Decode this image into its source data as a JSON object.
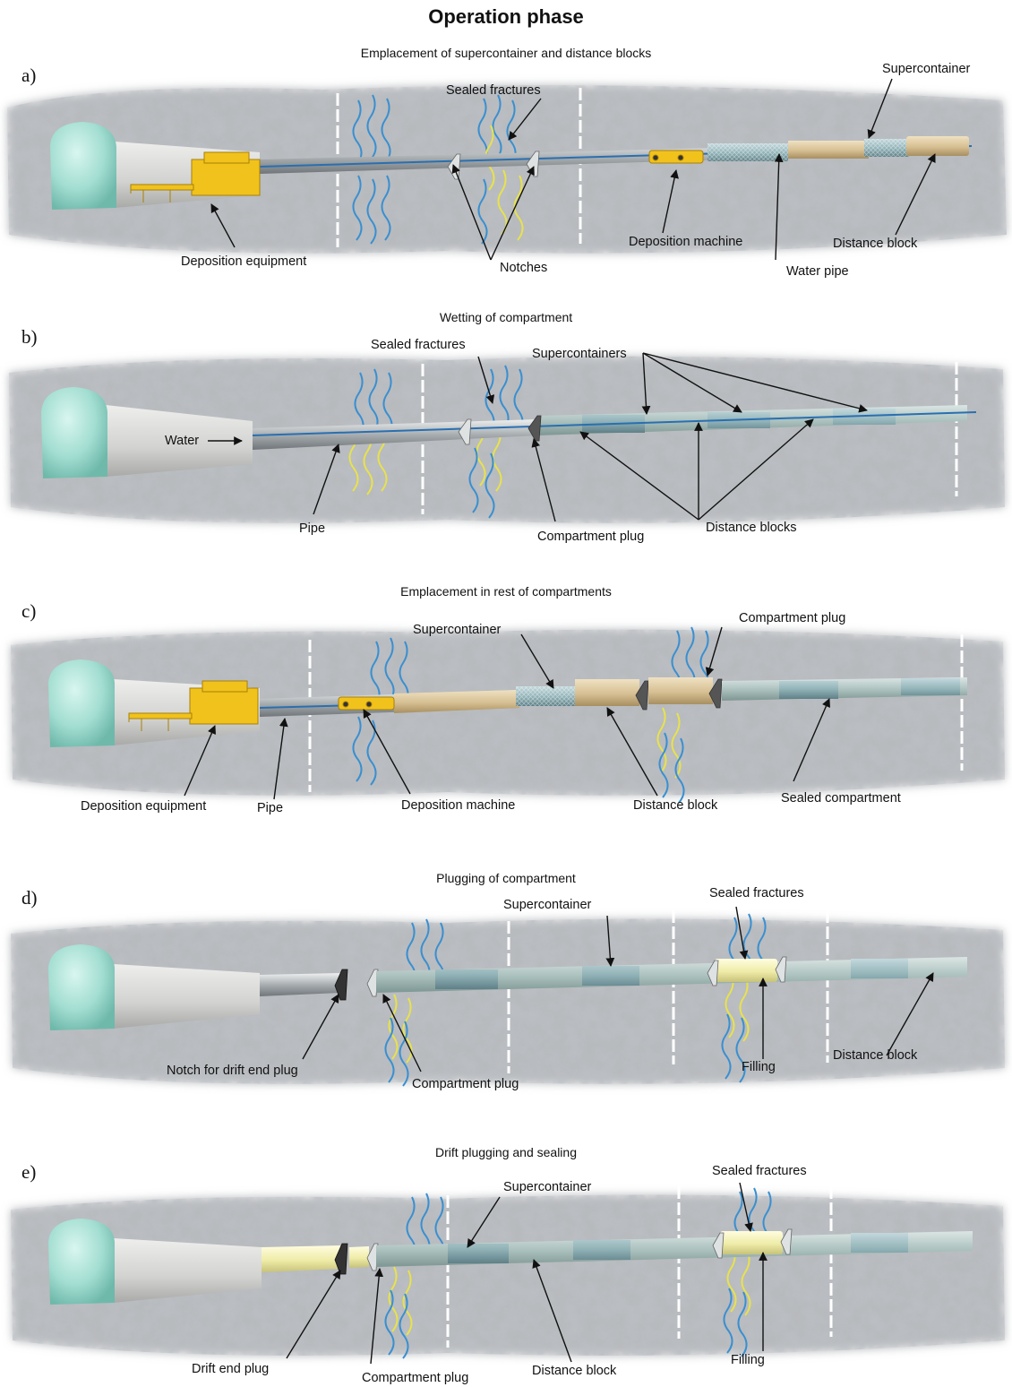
{
  "title": "Operation phase",
  "panels": [
    {
      "letter": "a)",
      "title": "Emplacement of supercontainer and distance blocks",
      "labels": {
        "deposition_equipment": "Deposition equipment",
        "sealed_fractures": "Sealed fractures",
        "notches": "Notches",
        "deposition_machine": "Deposition machine",
        "water_pipe": "Water pipe",
        "supercontainer": "Supercontainer",
        "distance_block": "Distance block"
      }
    },
    {
      "letter": "b)",
      "title": "Wetting of compartment",
      "labels": {
        "water": "Water",
        "pipe": "Pipe",
        "sealed_fractures": "Sealed fractures",
        "supercontainers": "Supercontainers",
        "compartment_plug": "Compartment plug",
        "distance_blocks": "Distance blocks"
      }
    },
    {
      "letter": "c)",
      "title": "Emplacement in rest of compartments",
      "labels": {
        "deposition_equipment": "Deposition equipment",
        "pipe": "Pipe",
        "deposition_machine": "Deposition machine",
        "supercontainer": "Supercontainer",
        "compartment_plug": "Compartment plug",
        "distance_block": "Distance block",
        "sealed_compartment": "Sealed compartment"
      }
    },
    {
      "letter": "d)",
      "title": "Plugging of compartment",
      "labels": {
        "notch_for_drift_end_plug": "Notch for drift end plug",
        "compartment_plug": "Compartment plug",
        "supercontainer": "Supercontainer",
        "sealed_fractures": "Sealed fractures",
        "filling": "Filling",
        "distance_block": "Distance block"
      }
    },
    {
      "letter": "e)",
      "title": "Drift plugging and sealing",
      "labels": {
        "drift_end_plug": "Drift end plug",
        "compartment_plug": "Compartment plug",
        "supercontainer": "Supercontainer",
        "distance_block": "Distance block",
        "sealed_fractures": "Sealed fractures",
        "filling": "Filling"
      }
    }
  ],
  "colors": {
    "rock_light": "#c9ccce",
    "rock_dark": "#7b7f84",
    "tunnel_face": "#a6e2d6",
    "tunnel_wall": "#d7d8d6",
    "equipment": "#f1c21b",
    "pipe": "#9ea4a8",
    "water_line": "#2a6fb0",
    "supercontainer": "#b4c8c4",
    "supercontainer_mesh": "#8fb2b4",
    "distance_block_tan": "#d9c39b",
    "distance_block_green": "#c8d6c2",
    "filling": "#f2f0b6",
    "fracture_blue": "#3a8fd0",
    "fracture_yellow": "#e8e24c"
  }
}
